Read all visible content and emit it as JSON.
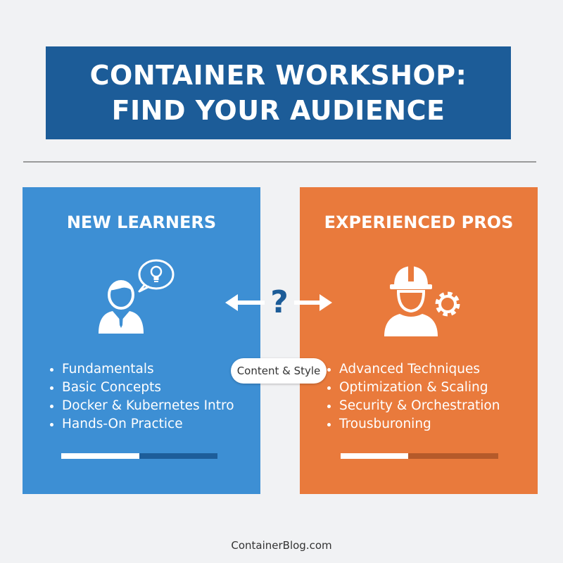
{
  "banner": {
    "line1": "CONTAINER WORKSHOP:",
    "line2": "FIND YOUR AUDIENCE"
  },
  "left_panel": {
    "title": "NEW LEARNERS",
    "icon": "learner-with-lightbulb-icon",
    "items": [
      "Fundamentals",
      "Basic Concepts",
      "Docker & Kubernetes Intro",
      "Hands-On Practice"
    ],
    "progress": 0.5
  },
  "right_panel": {
    "title": "EXPERIENCED PROS",
    "icon": "hardhat-engineer-gear-icon",
    "items": [
      "Advanced Techniques",
      "Optimization & Scaling",
      "Security & Orchestration",
      "Trousburoning"
    ],
    "progress": 0.43
  },
  "center": {
    "icon": "question-double-arrow-icon",
    "label": "Content & Style"
  },
  "footer": "ContainerBlog.com",
  "colors": {
    "banner": "#1c5c98",
    "left_panel": "#3d8fd4",
    "right_panel": "#e97a3c",
    "background": "#f1f2f4"
  }
}
